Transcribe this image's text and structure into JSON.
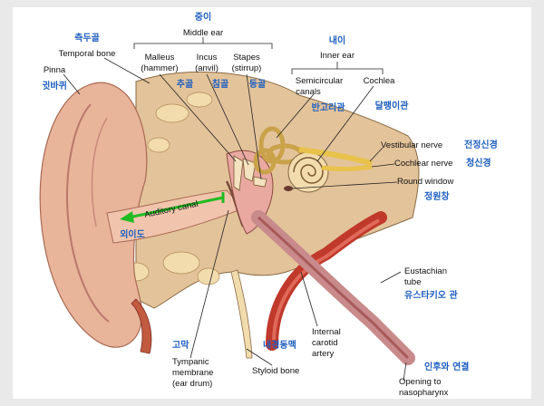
{
  "labels": {
    "temporal_bone_ko": "측두골",
    "temporal_bone": "Temporal bone",
    "pinna": "Pinna",
    "pinna_ko": "귓바퀴",
    "middle_ear_ko": "중이",
    "middle_ear": "Middle ear",
    "malleus": "Malleus",
    "malleus_sub": "(hammer)",
    "malleus_ko": "추골",
    "incus": "Incus",
    "incus_sub": "(anvil)",
    "incus_ko": "침골",
    "stapes": "Stapes",
    "stapes_sub": "(stirrup)",
    "stapes_ko": "등골",
    "inner_ear_ko": "내이",
    "inner_ear": "Inner ear",
    "semicircular": "Semicircular",
    "canals": "canals",
    "semicircular_ko": "반고리관",
    "cochlea": "Cochlea",
    "cochlea_ko": "달팽이관",
    "vestibular_nerve": "Vestibular nerve",
    "vestibular_nerve_ko": "전정신경",
    "cochlear_nerve": "Cochlear nerve",
    "cochlear_nerve_ko": "청신경",
    "round_window": "Round window",
    "round_window_ko": "정원창",
    "auditory_canal": "Auditory   canal",
    "auditory_canal_ko": "외이도",
    "eustachian_1": "Eustachian",
    "eustachian_2": "tube",
    "eustachian_ko": "유스타키오 관",
    "internal_carotid_1": "Internal",
    "internal_carotid_2": "carotid",
    "internal_carotid_3": "artery",
    "internal_carotid_ko": "내경동맥",
    "tympanic_ko": "고막",
    "tympanic_1": "Tympanic",
    "tympanic_2": "membrane",
    "tympanic_3": "(ear drum)",
    "styloid": "Styloid bone",
    "nasopharynx_ko": "인후와 연결",
    "nasopharynx_1": "Opening to",
    "nasopharynx_2": "nasopharynx"
  },
  "colors": {
    "korean_label": "#1f5fbf",
    "auditory_arrow": "#22bb22",
    "skin": "#e8b49a",
    "bone": "#d9b27a",
    "artery": "#c0392b",
    "nerve": "#e8c24a",
    "tube": "#d88a8a"
  }
}
